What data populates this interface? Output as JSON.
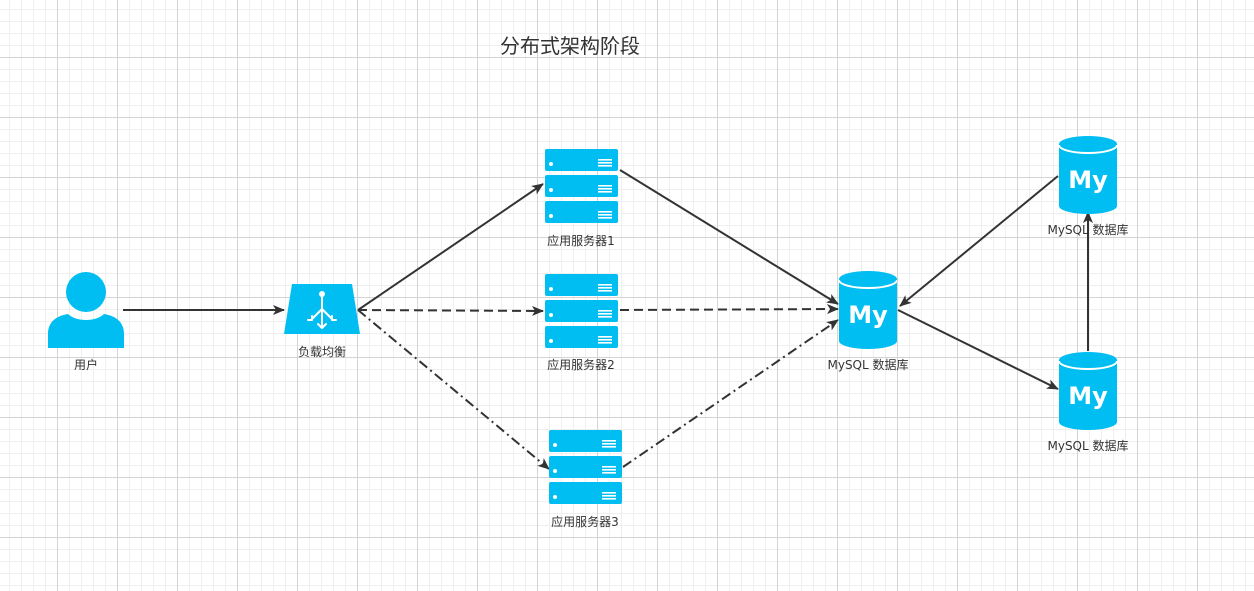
{
  "title": "分布式架构阶段",
  "colors": {
    "icon": "#00bef2",
    "edge": "#333333"
  },
  "nodes": {
    "user": {
      "label": "用户",
      "icon": "user-icon"
    },
    "load_balancer": {
      "label": "负载均衡",
      "icon": "load-balancer-icon"
    },
    "app_server_1": {
      "label": "应用服务器1",
      "icon": "server-rack-icon"
    },
    "app_server_2": {
      "label": "应用服务器2",
      "icon": "server-rack-icon"
    },
    "app_server_3": {
      "label": "应用服务器3",
      "icon": "server-rack-icon"
    },
    "mysql_main": {
      "label": "MySQL 数据库",
      "icon": "mysql-database-icon",
      "icon_text": "My"
    },
    "mysql_top": {
      "label": "MySQL 数据库",
      "icon": "mysql-database-icon",
      "icon_text": "My"
    },
    "mysql_bottom": {
      "label": "MySQL 数据库",
      "icon": "mysql-database-icon",
      "icon_text": "My"
    }
  },
  "edges": [
    {
      "from": "user",
      "to": "load_balancer",
      "style": "solid"
    },
    {
      "from": "load_balancer",
      "to": "app_server_1",
      "style": "solid"
    },
    {
      "from": "load_balancer",
      "to": "app_server_2",
      "style": "dashed"
    },
    {
      "from": "load_balancer",
      "to": "app_server_3",
      "style": "dash-dot"
    },
    {
      "from": "app_server_1",
      "to": "mysql_main",
      "style": "solid"
    },
    {
      "from": "app_server_2",
      "to": "mysql_main",
      "style": "dashed"
    },
    {
      "from": "app_server_3",
      "to": "mysql_main",
      "style": "dash-dot"
    },
    {
      "from": "mysql_top",
      "to": "mysql_main",
      "style": "solid"
    },
    {
      "from": "mysql_main",
      "to": "mysql_bottom",
      "style": "solid"
    },
    {
      "from": "mysql_bottom",
      "to": "mysql_top",
      "style": "solid"
    }
  ]
}
